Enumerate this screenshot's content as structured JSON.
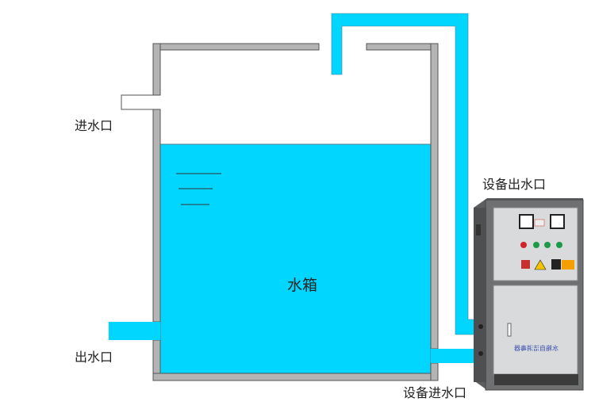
{
  "labels": {
    "inlet": "进水口",
    "outlet": "出水口",
    "tank": "水箱",
    "device_outlet": "设备出水口",
    "device_inlet": "设备进水口",
    "device_panel_text": "水箱自洁消毒器"
  },
  "colors": {
    "water": "#00d6ff",
    "tank_wall": "#b4b4b4",
    "wall_stroke": "#555555",
    "device_body": "#6a6a6a",
    "device_panel": "#d9dadb"
  }
}
